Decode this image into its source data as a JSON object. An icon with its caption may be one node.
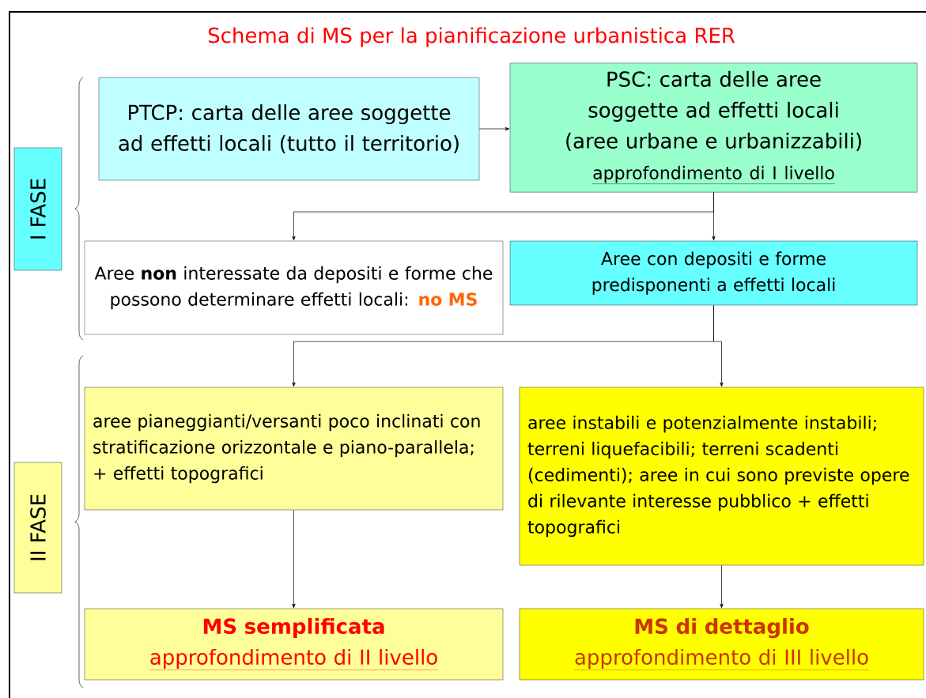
{
  "diagram": {
    "title": "Schema di MS per la pianificazione urbanistica RER",
    "nodes": [
      {
        "text": [
          "PTCP: carta delle aree soggette ad effetti locali (tutto il territorio)"
        ]
      },
      {
        "text": [
          "PSC: carta delle aree soggette ad effetti locali (aree urbane e urbanizzabili)",
          "approfondimento di I livello"
        ]
      },
      {
        "text": [
          "Aree **non** interessate da depositi e forme che possono determinare effetti locali:",
          "no MS"
        ]
      },
      {
        "text": [
          "Aree con depositi e forme predisponenti a effetti locali"
        ]
      },
      {
        "text": [
          "aree pianeggianti/versanti poco inclinati con stratificazione orizzontale e piano-parallela; + effetti topografici"
        ]
      },
      {
        "text": [
          "aree instabili e potenzialmente instabili; terreni liquefacibili; terreni scadenti (cedimenti); aree in cui sono previste opere di rilevante interesse pubblico + effetti topografici"
        ]
      },
      {
        "text": [
          "MS semplificata",
          "approfondimento di II livello"
        ]
      },
      {
        "text": [
          "MS di dettaglio",
          "approfondimento di III livello"
        ]
      },
      {
        "text": [
          "I FASE"
        ]
      },
      {
        "text": [
          "II FASE"
        ]
      }
    ],
    "edges": [
      {
        "from": 0,
        "to": 1,
        "arrow": "to"
      },
      {
        "from": 1,
        "to": 2,
        "arrow": "to"
      },
      {
        "from": 1,
        "to": 3,
        "arrow": "to"
      },
      {
        "from": 3,
        "to": 4,
        "arrow": "to"
      },
      {
        "from": 3,
        "to": 5,
        "arrow": "to"
      },
      {
        "from": 4,
        "to": 6,
        "arrow": "to"
      },
      {
        "from": 5,
        "to": 7,
        "arrow": "to"
      }
    ]
  }
}
